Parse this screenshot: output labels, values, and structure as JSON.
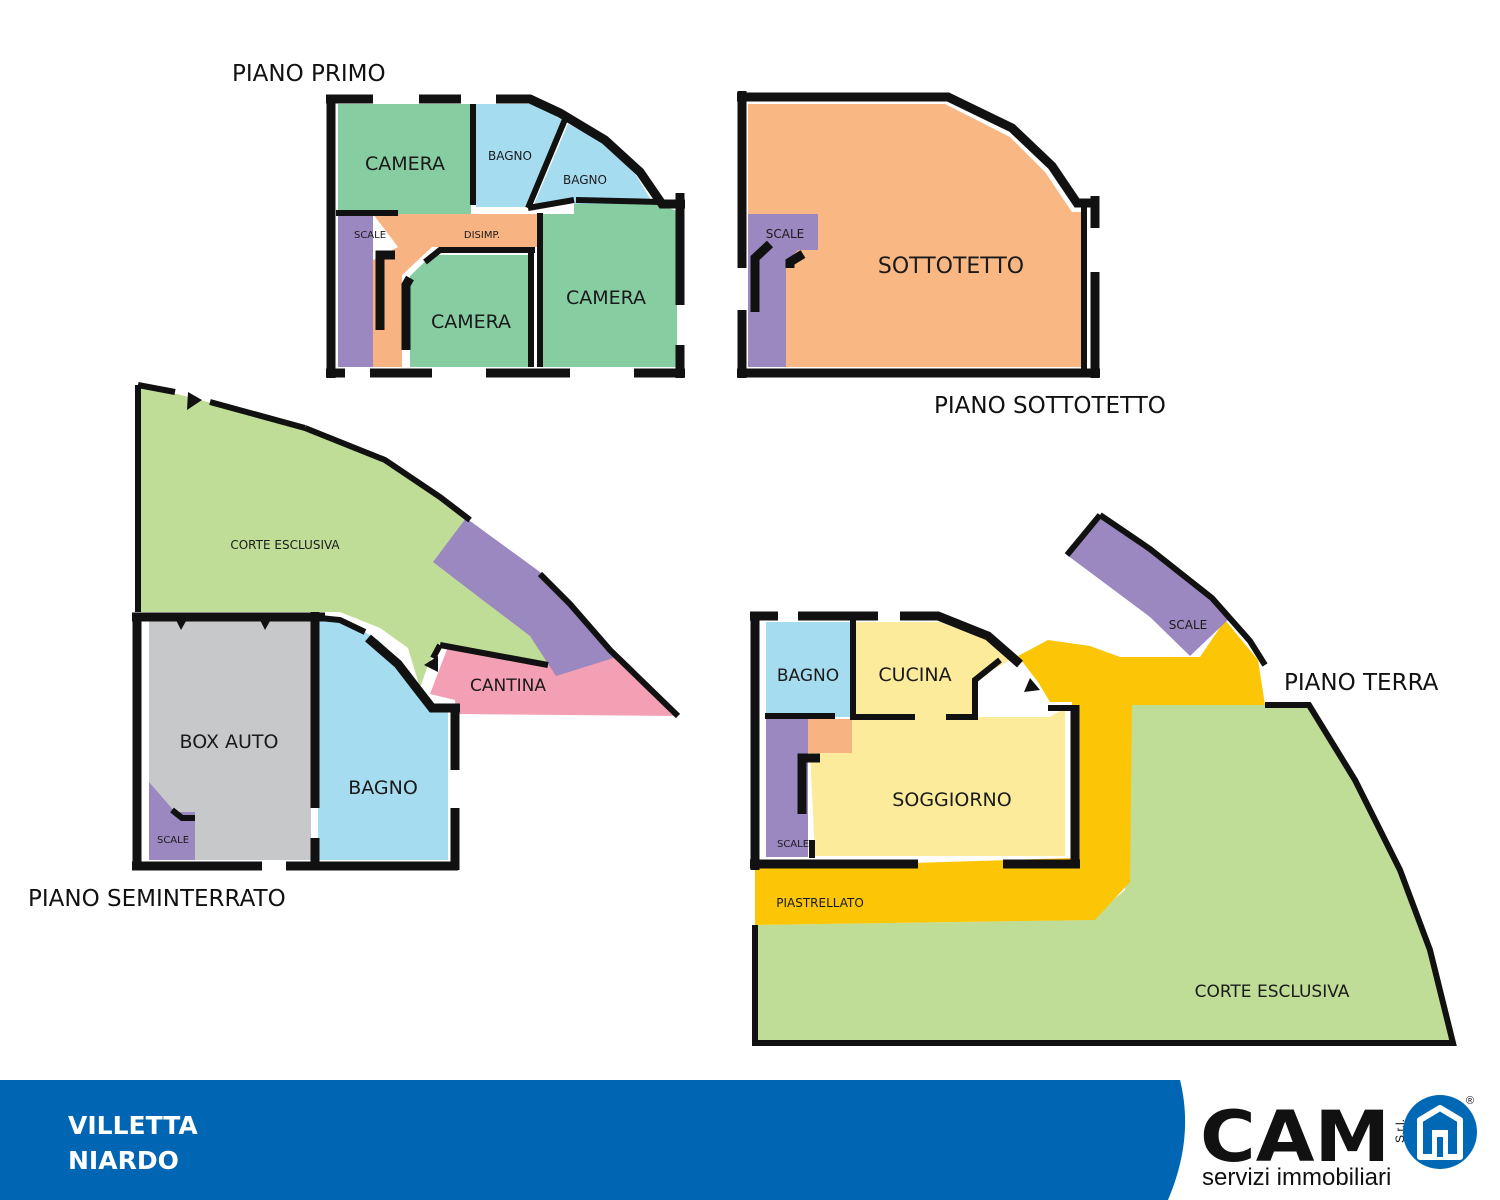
{
  "floors": {
    "primo": {
      "title": "PIANO PRIMO",
      "rooms": {
        "camera_1": "CAMERA",
        "bagno_1": "BAGNO",
        "bagno_2": "BAGNO",
        "scale": "SCALE",
        "disimp": "DISIMP.",
        "camera_2": "CAMERA",
        "camera_3": "CAMERA"
      }
    },
    "sottotetto": {
      "title": "PIANO SOTTOTETTO",
      "rooms": {
        "scale": "SCALE",
        "sottotetto": "SOTTOTETTO"
      }
    },
    "seminterrato": {
      "title": "PIANO SEMINTERRATO",
      "rooms": {
        "corte": "CORTE ESCLUSIVA",
        "cantina": "CANTINA",
        "box_auto": "BOX AUTO",
        "bagno": "BAGNO",
        "scale": "SCALE"
      }
    },
    "terra": {
      "title": "PIANO TERRA",
      "rooms": {
        "scale_ext": "SCALE",
        "bagno": "BAGNO",
        "cucina": "CUCINA",
        "soggiorno": "SOGGIORNO",
        "scale": "SCALE",
        "piastrellato": "PIASTRELLATO",
        "corte": "CORTE ESCLUSIVA"
      }
    }
  },
  "colors": {
    "camera": "#86cda1",
    "bagno": "#a6dcef",
    "scale": "#9b88c0",
    "disimp": "#f7b482",
    "sottotetto": "#f9b783",
    "corte": "#bfdd96",
    "cantina": "#f3a0b4",
    "box": "#c7c8ca",
    "cucina": "#fbeb9b",
    "piastrellato": "#fcc506",
    "footer_bar": "#0066b3",
    "logo_blue": "#0068b4"
  },
  "footer": {
    "line1": "VILLETTA",
    "line2": "NIARDO",
    "brand": "CAM",
    "brand_suffix": "S.r.l.",
    "tagline": "servizi immobiliari",
    "registered": "®",
    "logo_icon": "house-in-circle-icon"
  }
}
